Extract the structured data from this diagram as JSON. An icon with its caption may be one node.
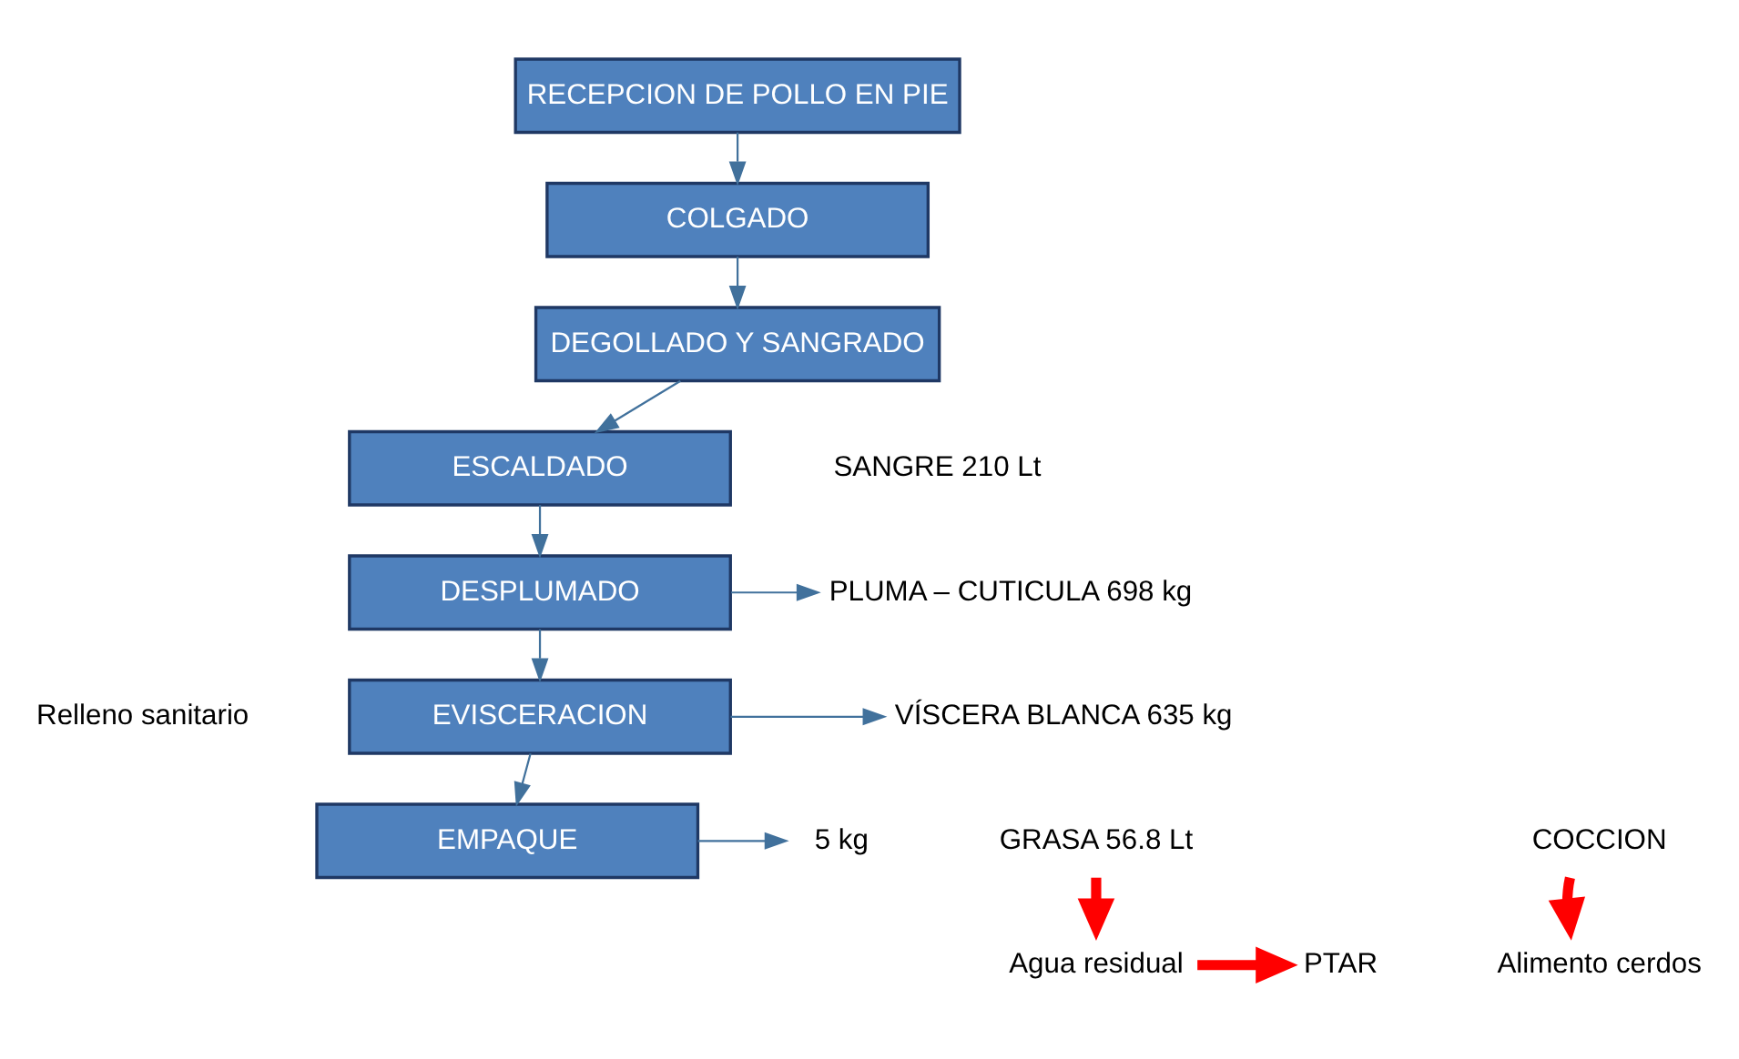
{
  "diagram": {
    "nodes": [
      {
        "text": [
          "RECEPCION DE POLLO EN PIE"
        ]
      },
      {
        "text": [
          "COLGADO"
        ]
      },
      {
        "text": [
          "DEGOLLADO Y SANGRADO"
        ]
      },
      {
        "text": [
          "ESCALDADO"
        ]
      },
      {
        "text": [
          "DESPLUMADO"
        ]
      },
      {
        "text": [
          "EVISCERACION"
        ]
      },
      {
        "text": [
          "EMPAQUE"
        ]
      },
      {
        "text": [
          "PLUMA – CUTICULA 698 kg"
        ]
      },
      {
        "text": [
          "5 kg"
        ]
      },
      {
        "text": [
          "VÍSCERA BLANCA 635 kg"
        ]
      },
      {
        "text": [
          "Alimento cerdos"
        ]
      },
      {
        "text": [
          "COCCION"
        ]
      },
      {
        "text": [
          "GRASA 56.8 Lt"
        ]
      },
      {
        "text": [
          "Agua residual"
        ]
      },
      {
        "text": [
          "PTAR"
        ]
      }
    ],
    "edges": [
      {
        "from": 0,
        "to": 1,
        "arrow": "to"
      },
      {
        "from": 1,
        "to": 2,
        "arrow": "to"
      },
      {
        "from": 2,
        "to": 3,
        "arrow": "to"
      },
      {
        "from": 3,
        "to": 4,
        "arrow": "to"
      },
      {
        "from": 4,
        "to": 5,
        "arrow": "to"
      },
      {
        "from": 5,
        "to": 6,
        "arrow": "to"
      },
      {
        "from": 4,
        "to": 7,
        "arrow": "to"
      },
      {
        "from": 6,
        "to": 8,
        "arrow": "to"
      },
      {
        "from": 5,
        "to": 9,
        "arrow": "to"
      },
      {
        "from": 11,
        "to": 10,
        "arrow": "to",
        "style": "thick",
        "color": "#ff0000"
      },
      {
        "from": 12,
        "to": 13,
        "arrow": "to",
        "style": "thick",
        "color": "#ff0000"
      },
      {
        "from": 13,
        "to": 14,
        "arrow": "to",
        "style": "thick",
        "color": "#ff0000"
      }
    ],
    "labels": [
      "SANGRE 210 Lt",
      "Relleno sanitario"
    ]
  }
}
